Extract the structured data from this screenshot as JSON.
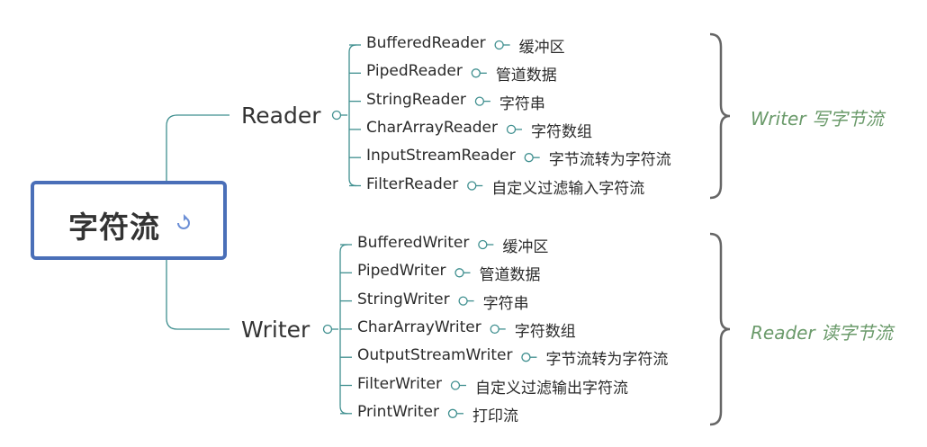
{
  "root": {
    "label": "字符流",
    "icon": "refresh-arrow-icon"
  },
  "reader": {
    "label": "Reader",
    "children": [
      {
        "name": "BufferedReader",
        "desc": "缓冲区"
      },
      {
        "name": "PipedReader",
        "desc": "管道数据"
      },
      {
        "name": "StringReader",
        "desc": "字符串"
      },
      {
        "name": "CharArrayReader",
        "desc": "字符数组"
      },
      {
        "name": "InputStreamReader",
        "desc": "字节流转为字符流"
      },
      {
        "name": "FilterReader",
        "desc": "自定义过滤输入字符流"
      }
    ],
    "annotation": "Writer 写字节流"
  },
  "writer": {
    "label": "Writer",
    "children": [
      {
        "name": "BufferedWriter",
        "desc": "缓冲区"
      },
      {
        "name": "PipedWriter",
        "desc": "管道数据"
      },
      {
        "name": "StringWriter",
        "desc": "字符串"
      },
      {
        "name": "CharArrayWriter",
        "desc": "字符数组"
      },
      {
        "name": "OutputStreamWriter",
        "desc": "字节流转为字符流"
      },
      {
        "name": "FilterWriter",
        "desc": "自定义过滤输出字符流"
      },
      {
        "name": "PrintWriter",
        "desc": "打印流"
      }
    ],
    "annotation": "Reader 读字节流"
  },
  "colors": {
    "line": "#3f8f8f",
    "root_border": "#4a6fb8",
    "annotation": "#6a9a6a",
    "brace": "#666666"
  }
}
